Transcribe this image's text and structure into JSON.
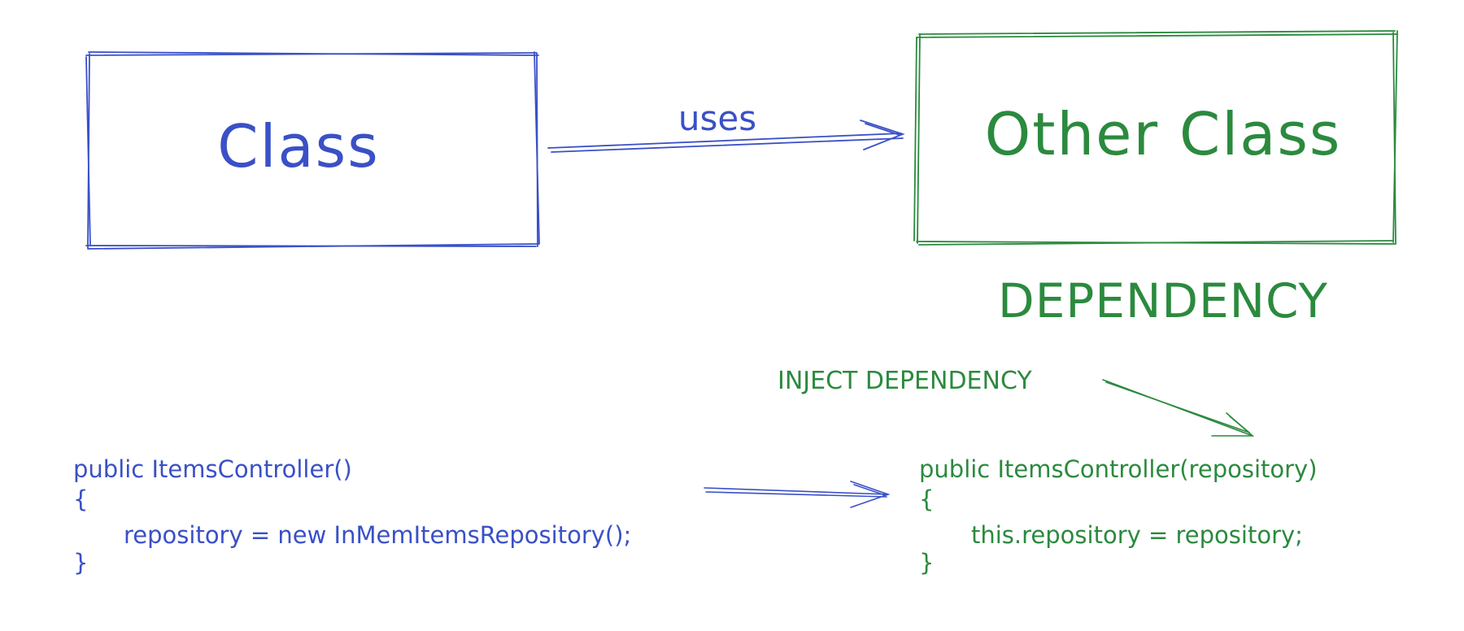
{
  "colors": {
    "blue": "#3a50c7",
    "green": "#2b8a3e",
    "background": "#ffffff"
  },
  "top": {
    "left_box_label": "Class",
    "edge_label": "uses",
    "right_box_label": "Other Class",
    "dependency_label": "DEPENDENCY"
  },
  "bottom": {
    "inject_label": "INJECT DEPENDENCY",
    "before_code": {
      "line1": "public ItemsController()",
      "line2": "{",
      "line3": "repository = new InMemItemsRepository();",
      "line4": "}"
    },
    "after_code": {
      "line1": "public ItemsController(repository)",
      "line2": "{",
      "line3": "this.repository = repository;",
      "line4": "}"
    }
  }
}
